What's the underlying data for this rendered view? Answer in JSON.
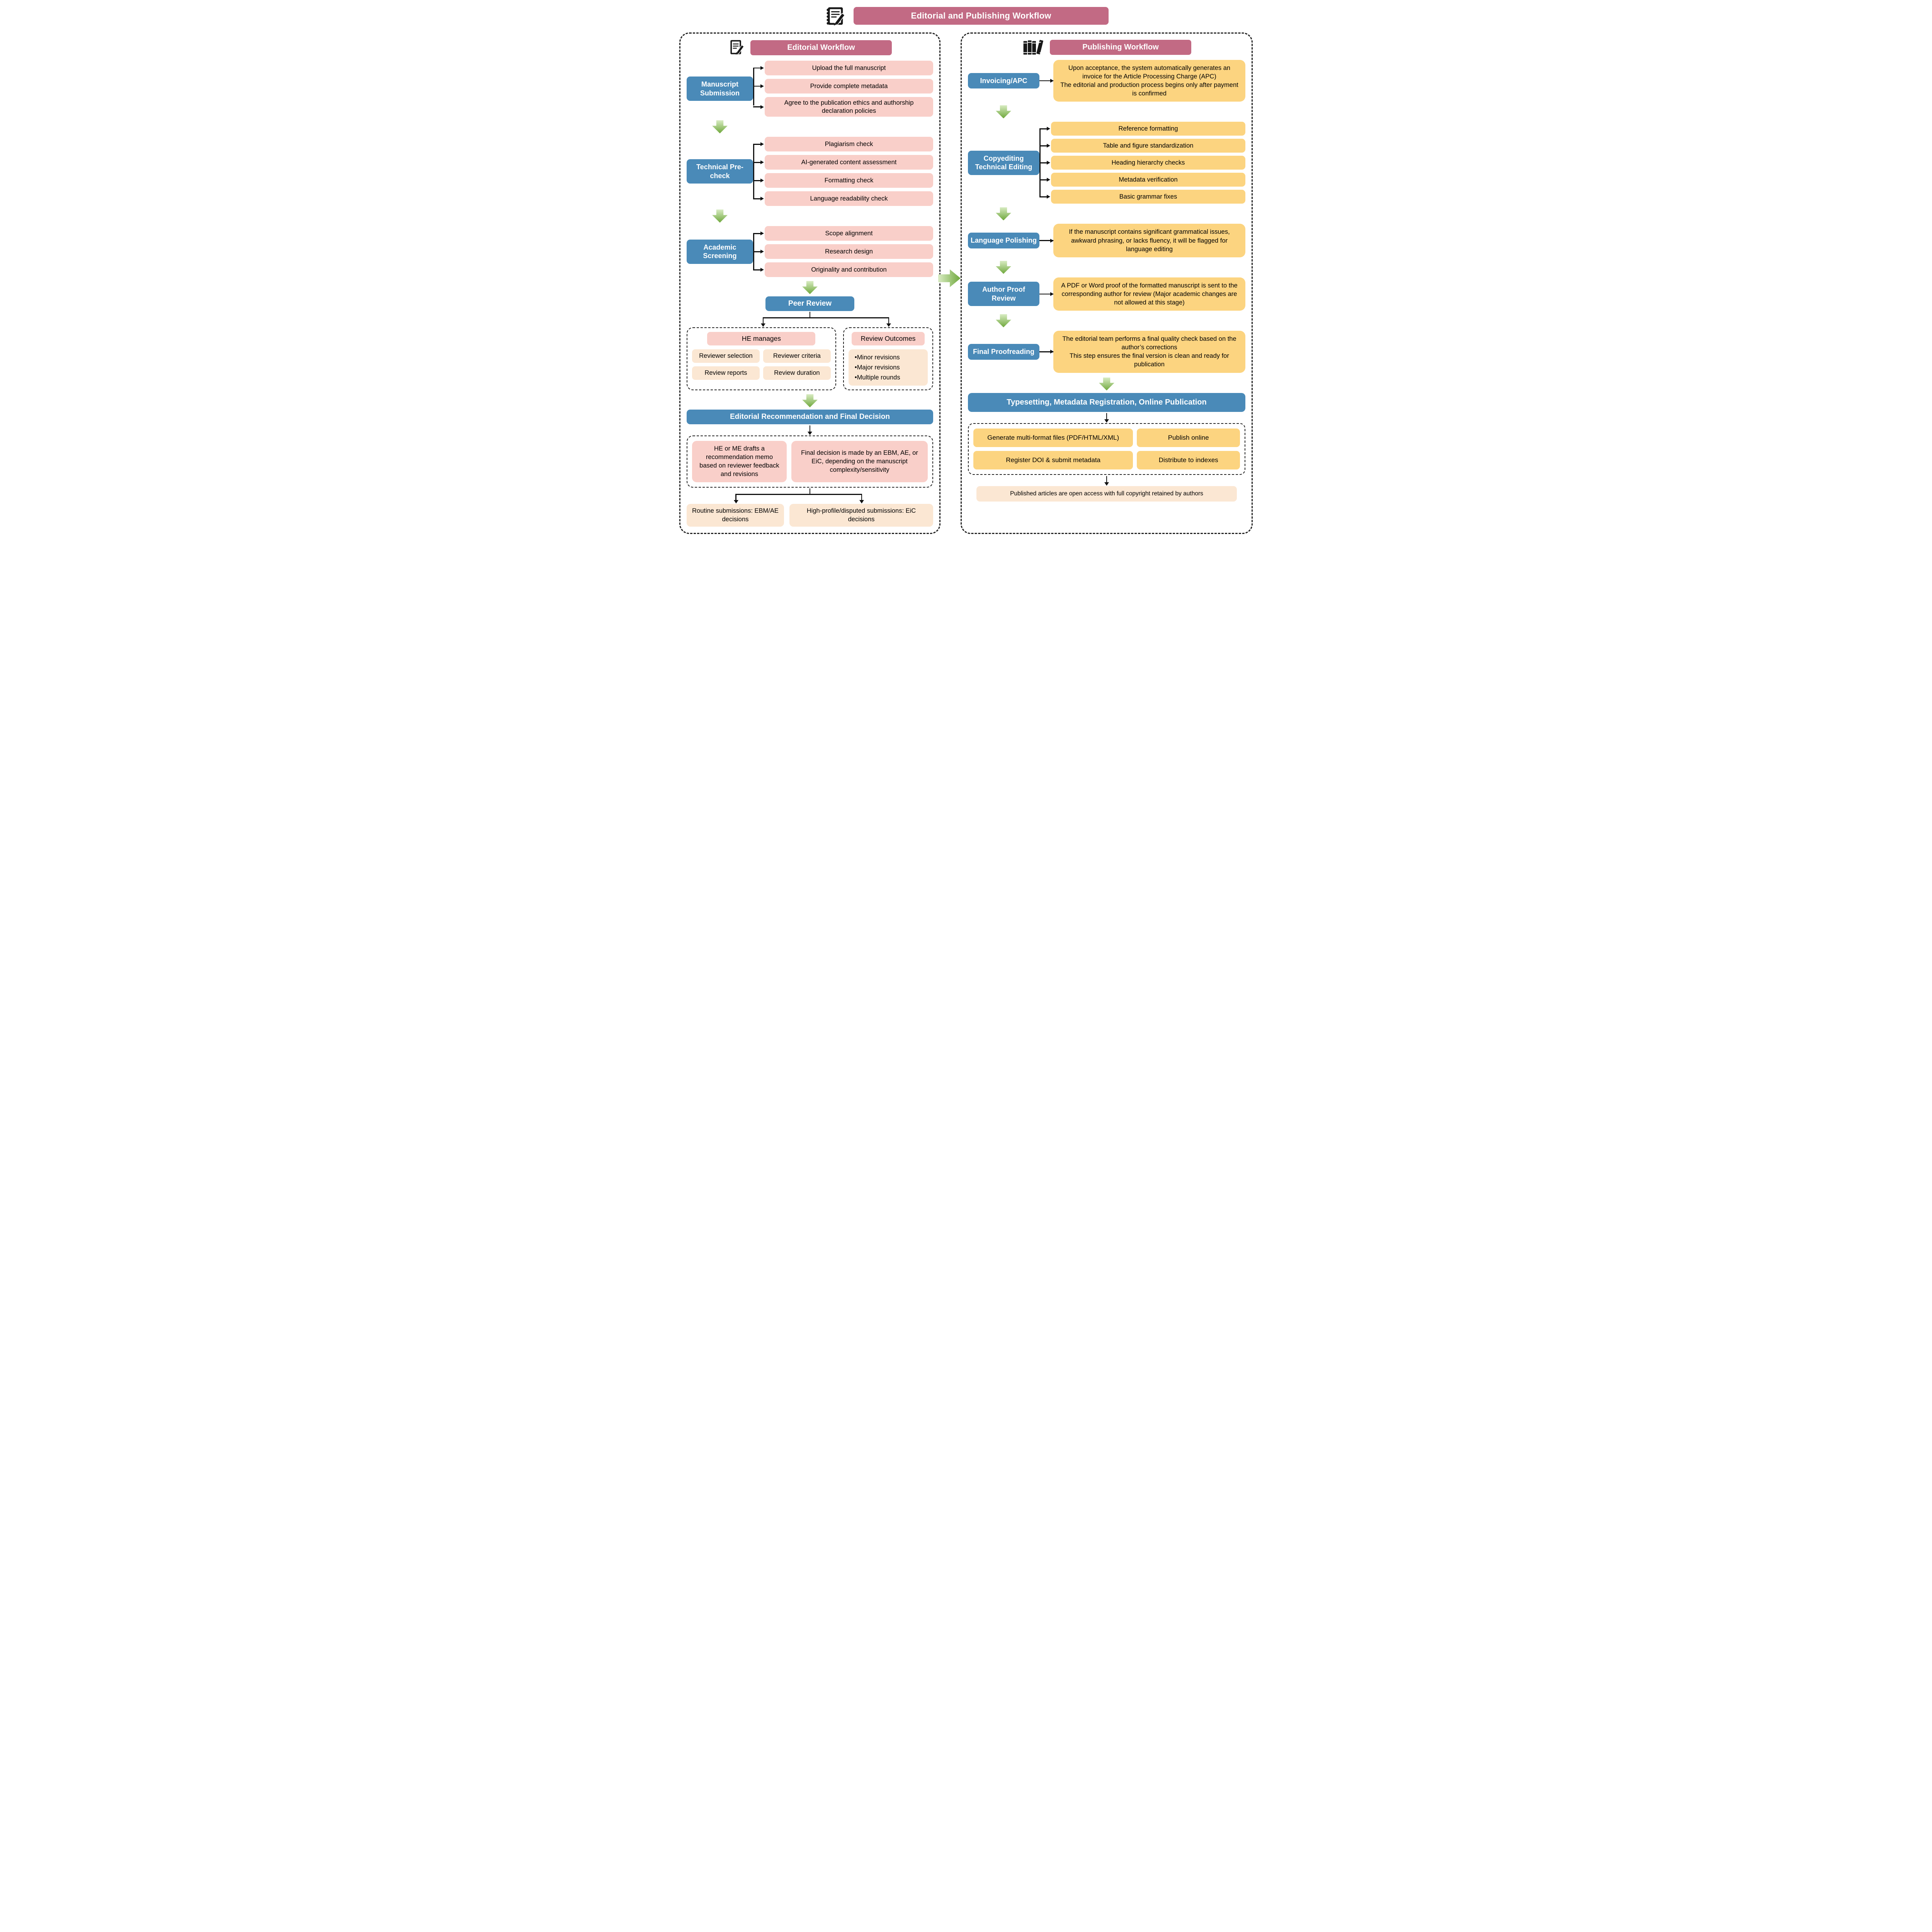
{
  "title": "Editorial and Publishing Workflow",
  "colors": {
    "rose": "#c26a84",
    "blue": "#4a8ab8",
    "pink": "#f9cfc9",
    "peach": "#fbe7d3",
    "yellow": "#fcd480",
    "green_dark": "#6fa83c",
    "green_light": "#d9ecc3",
    "line": "#111111"
  },
  "editorial": {
    "header": "Editorial Workflow",
    "stages": [
      {
        "label": "Manuscript Submission",
        "items": [
          "Upload the full manuscript",
          "Provide complete metadata",
          "Agree to the publication ethics and authorship declaration policies"
        ]
      },
      {
        "label": "Technical Pre-check",
        "items": [
          "Plagiarism check",
          "AI-generated content assessment",
          "Formatting check",
          "Language readability check"
        ]
      },
      {
        "label": "Academic Screening",
        "items": [
          "Scope alignment",
          "Research design",
          "Originality and contribution"
        ]
      }
    ],
    "peer_review": "Peer Review",
    "he_manages": {
      "header": "HE manages",
      "items": [
        "Reviewer selection",
        "Reviewer criteria",
        "Review reports",
        "Review duration"
      ]
    },
    "review_outcomes": {
      "header": "Review Outcomes",
      "items": [
        "Minor revisions",
        "Major revisions",
        "Multiple rounds"
      ]
    },
    "recommendation_banner": "Editorial Recommendation and Final Decision",
    "memo_box": "HE or ME drafts a recommendation memo based on reviewer feedback and revisions",
    "decision_box": "Final decision is made by an EBM, AE, or EiC, depending on the manuscript complexity/sensitivity",
    "routine_box": "Routine submissions: EBM/AE decisions",
    "disputed_box": "High-profile/disputed submissions: EiC decisions"
  },
  "publishing": {
    "header": "Publishing Workflow",
    "invoicing": {
      "label": "Invoicing/APC",
      "lines": [
        "Upon acceptance, the system automatically generates an invoice for the Article Processing Charge (APC)",
        "The editorial and production process begins only after payment is confirmed"
      ]
    },
    "copyediting": {
      "label": "Copyediting Technical Editing",
      "items": [
        "Reference formatting",
        "Table and figure standardization",
        "Heading hierarchy checks",
        "Metadata verification",
        "Basic grammar fixes"
      ]
    },
    "language": {
      "label": "Language Polishing",
      "note": "If the manuscript contains significant grammatical issues, awkward phrasing, or lacks fluency, it will be flagged for language editing"
    },
    "proof": {
      "label": "Author Proof Review",
      "note": "A PDF or Word proof of the formatted manuscript is sent to the corresponding author for review (Major academic changes are not allowed at this stage)"
    },
    "final": {
      "label": "Final Proofreading",
      "lines": [
        "The editorial team performs a final quality check based on the author’s corrections",
        "This step ensures the final version is clean and ready for publication"
      ]
    },
    "typesetting_banner": "Typesetting, Metadata Registration, Online Publication",
    "outputs": [
      "Generate multi-format files (PDF/HTML/XML)",
      "Publish online",
      "Register DOI & submit metadata",
      "Distribute to indexes"
    ],
    "footer": "Published articles are open access with full copyright retained by authors"
  }
}
